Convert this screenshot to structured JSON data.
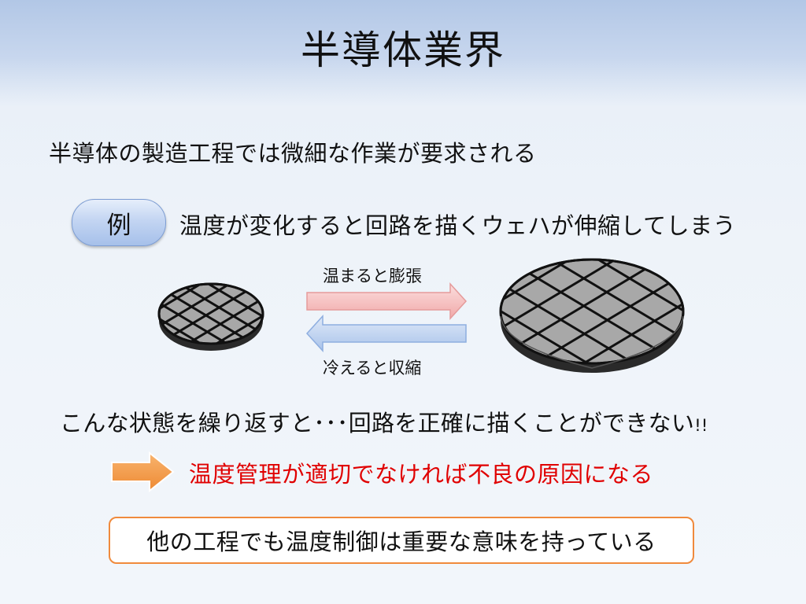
{
  "slide": {
    "title": "半導体業界",
    "intro": "半導体の製造工程では微細な作業が要求される",
    "example_label": "例",
    "example_text": "温度が変化すると回路を描くウェハが伸縮してしまう",
    "arrow_warm_label": "温まると膨張",
    "arrow_cool_label": "冷えると収縮",
    "repeat_text": "こんな状態を繰り返すと･･･回路を正確に描くことができない",
    "repeat_exclaim": "!!",
    "warning_text": "温度管理が適切でなければ不良の原因になる",
    "conclusion_text": "他の工程でも温度制御は重要な意味を持っている"
  },
  "colors": {
    "warning": "#e00000",
    "conclusion_border": "#f08a3c",
    "arrow_warm": "#f7c6c6",
    "arrow_cool": "#c6d9f4",
    "arrow_orange": "#f5a04f",
    "wafer_fill": "#a8a8a8"
  }
}
